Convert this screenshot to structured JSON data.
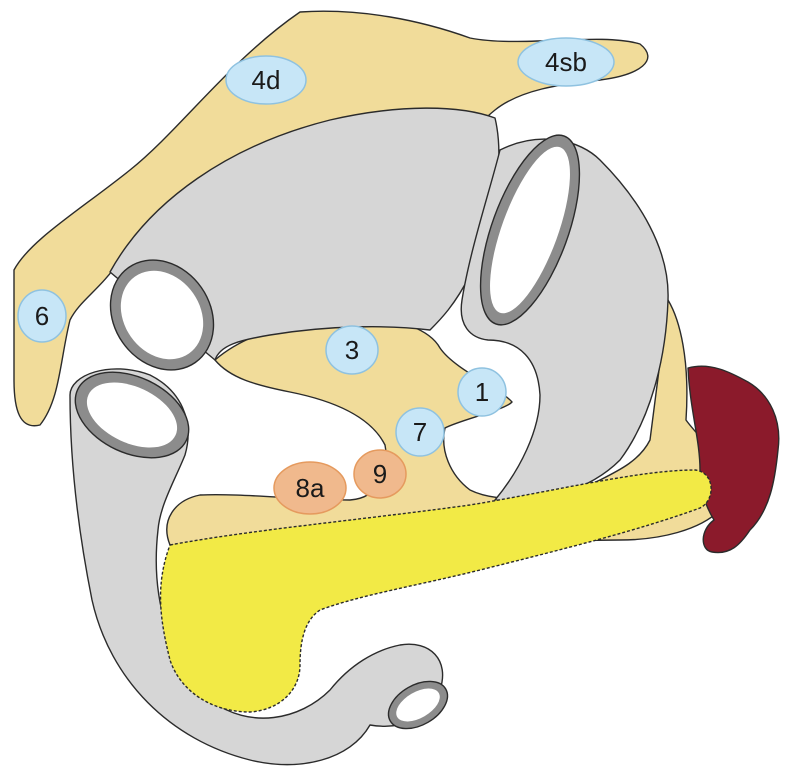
{
  "colors": {
    "fat": "#f1dc9a",
    "organ": "#d6d6d6",
    "lumen": "#ffffff",
    "mucosa_ring": "#8c8c8c",
    "pancreas": "#f2ea46",
    "spleen": "#8b1a2b",
    "blue_node_fill": "#c7e6f7",
    "blue_node_stroke": "#8fc2e0",
    "orange_node_fill": "#f0b98d",
    "orange_node_stroke": "#e59a5e",
    "outline": "#2b2b2b"
  },
  "nodes": {
    "n4d": {
      "label": "4d",
      "kind": "blue"
    },
    "n4sb": {
      "label": "4sb",
      "kind": "blue"
    },
    "n6": {
      "label": "6",
      "kind": "blue"
    },
    "n3": {
      "label": "3",
      "kind": "blue"
    },
    "n1": {
      "label": "1",
      "kind": "blue"
    },
    "n7": {
      "label": "7",
      "kind": "blue"
    },
    "n9": {
      "label": "9",
      "kind": "orange"
    },
    "n8a": {
      "label": "8a",
      "kind": "orange"
    }
  }
}
